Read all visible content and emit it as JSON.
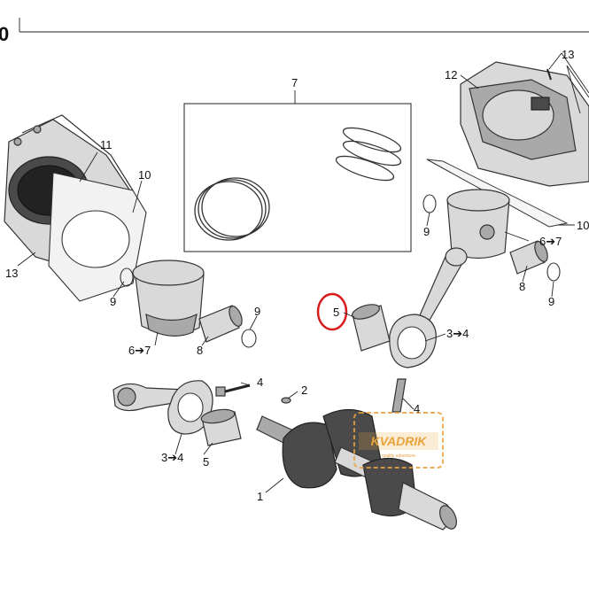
{
  "page": {
    "corner_fragment": "0"
  },
  "callouts": {
    "c1": "1",
    "c2": "2",
    "c3_4_left": "3➔4",
    "c3_4_right": "3➔4",
    "c4_bolt": "4",
    "c4_mid": "4",
    "c5_left": "5",
    "c5_highlight": "5",
    "c6_7_left": "6➔7",
    "c6_7_right": "6➔7",
    "c7": "7",
    "c8_left": "8",
    "c8_right": "8",
    "c9_a": "9",
    "c9_b": "9",
    "c9_c": "9",
    "c9_d": "9",
    "c10_left": "10",
    "c10_right": "10",
    "c11": "11",
    "c12": "12",
    "c13_left": "13",
    "c13_right": "13"
  },
  "highlight": {
    "color": "#d81c1c",
    "target": "5"
  },
  "watermark": {
    "brand": "KVADRIK",
    "tagline": "quality adventure"
  },
  "colors": {
    "part_light": "#d9d9d9",
    "part_dark": "#4a4a4a",
    "watermark": "#e8a33a"
  },
  "icons": [
    "piston-ring-set",
    "piston",
    "connecting-rod",
    "crankshaft",
    "cylinder",
    "gasket",
    "bearing",
    "piston-pin",
    "circlip",
    "bolt"
  ]
}
